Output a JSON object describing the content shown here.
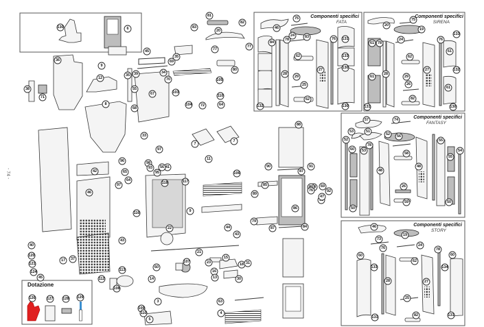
{
  "page_number": "- 74 -",
  "accessories_box": {
    "title": "Dotazione",
    "items": [
      {
        "id": "126",
        "name": "glove",
        "color": "#e02020"
      },
      {
        "id": "127",
        "name": "manual"
      },
      {
        "id": "128",
        "name": "scraper"
      },
      {
        "id": "129",
        "name": "brush",
        "color": "#3a8fd0"
      }
    ]
  },
  "top_left_box": {
    "callouts": [
      "130",
      "6"
    ]
  },
  "panels": [
    {
      "key": "fata",
      "title": "Componenti specifici",
      "model": "FATA",
      "callouts": [
        "46",
        "75",
        "83",
        "84",
        "24",
        "62",
        "28",
        "29",
        "27",
        "25",
        "76",
        "132",
        "62",
        "78",
        "131",
        "133",
        "130",
        "130"
      ]
    },
    {
      "key": "sirena",
      "title": "Componenti specifici",
      "model": "SIRENA",
      "callouts": [
        "20",
        "75",
        "19",
        "24",
        "62",
        "78",
        "28",
        "29",
        "27",
        "26",
        "82",
        "76",
        "61",
        "61",
        "61",
        "61",
        "133",
        "132",
        "131",
        "130"
      ]
    },
    {
      "key": "fantasy",
      "title": "Componenti specifici",
      "model": "FANTASY",
      "callouts": [
        "57",
        "74",
        "53",
        "51",
        "52",
        "56",
        "60",
        "58",
        "59",
        "78",
        "55",
        "54",
        "48",
        "48",
        "50",
        "50",
        "53",
        "55",
        "52",
        "26"
      ]
    },
    {
      "key": "story",
      "title": "Componenti specifici",
      "model": "STORY",
      "callouts": [
        "46",
        "19",
        "73",
        "24",
        "76",
        "60",
        "133",
        "28",
        "62",
        "27",
        "25",
        "78",
        "134",
        "60",
        "131",
        "131",
        "82"
      ]
    }
  ],
  "main_callouts": [
    "130",
    "6",
    "36",
    "9",
    "45",
    "35",
    "34",
    "12",
    "38",
    "71",
    "8",
    "39",
    "55",
    "67",
    "68",
    "69",
    "70",
    "81",
    "82",
    "83",
    "20",
    "77",
    "77",
    "80",
    "35",
    "103",
    "104",
    "72",
    "105",
    "110",
    "64",
    "33",
    "7",
    "7",
    "11",
    "97",
    "98",
    "41",
    "56",
    "95",
    "93",
    "96",
    "97",
    "64",
    "65",
    "118",
    "117",
    "116",
    "9",
    "22",
    "40",
    "42",
    "46",
    "44",
    "45",
    "43",
    "43",
    "120",
    "121",
    "124",
    "17",
    "37",
    "112",
    "113",
    "14",
    "108",
    "109",
    "110",
    "3",
    "60",
    "107",
    "21",
    "23",
    "15",
    "16",
    "18",
    "31",
    "30",
    "13",
    "63",
    "4",
    "5",
    "106",
    "85",
    "86",
    "87",
    "88",
    "89",
    "90",
    "91",
    "92",
    "93",
    "94",
    "47",
    "87",
    "84",
    "79",
    "80",
    "69",
    "76"
  ]
}
